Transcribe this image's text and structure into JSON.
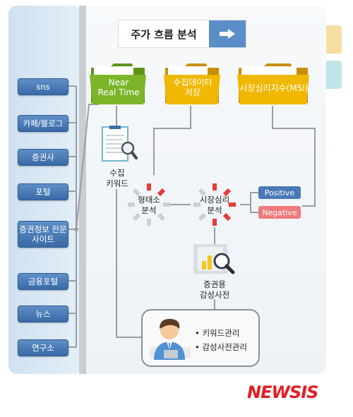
{
  "title": "주가 흐름 분석",
  "sources": [
    "sns",
    "카페/블로그",
    "증권사",
    "포털",
    "증권정보 전문사이트",
    "금융포털",
    "뉴스",
    "연구소"
  ],
  "folders": {
    "realtime": [
      "Near",
      "Real Time"
    ],
    "store": [
      "수집데이터",
      "저장"
    ],
    "msi": "시장심리지수(MSI)"
  },
  "collect_keyword": [
    "수집",
    "키워드"
  ],
  "morpheme": [
    "형태소",
    "분석"
  ],
  "sentiment": [
    "시장심리",
    "분석"
  ],
  "positive": "Positive",
  "negative": "Negative",
  "dictionary": [
    "증권용",
    "감성사전"
  ],
  "admin_items": [
    "키워드관리",
    "감성사전관리"
  ],
  "brand": "NEWSIS",
  "colors": {
    "source_blue": "#3a6aa7",
    "folder_green": "#7cb528",
    "folder_yellow": "#f0b800",
    "positive_blue": "#4a78b8",
    "negative_red": "#f07a7a",
    "brand_red": "#e31d23"
  }
}
